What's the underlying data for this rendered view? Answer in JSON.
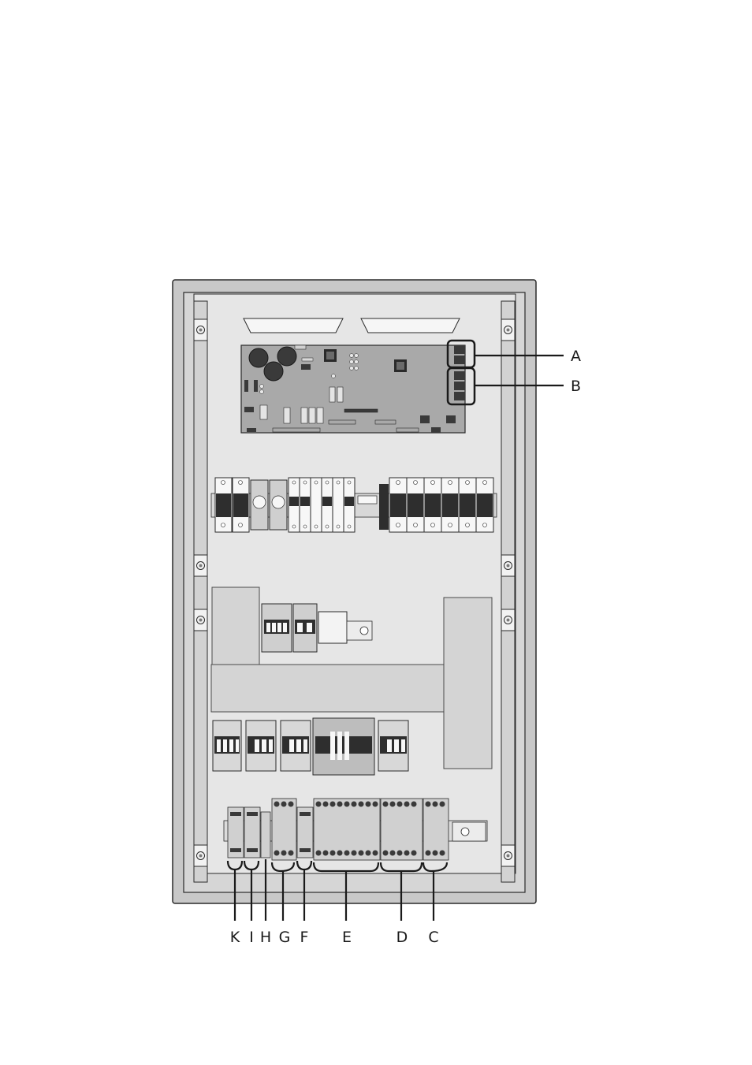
{
  "callouts_right": [
    {
      "id": "A",
      "label": "A",
      "target": "connector-group-a"
    },
    {
      "id": "B",
      "label": "B",
      "target": "connector-group-b"
    }
  ],
  "callouts_bottom": [
    {
      "id": "K",
      "label": "K",
      "target": "terminal-group-k"
    },
    {
      "id": "I",
      "label": "I",
      "target": "terminal-group-i"
    },
    {
      "id": "H",
      "label": "H",
      "target": "terminal-group-h"
    },
    {
      "id": "G",
      "label": "G",
      "target": "terminal-group-g"
    },
    {
      "id": "F",
      "label": "F",
      "target": "terminal-group-f"
    },
    {
      "id": "E",
      "label": "E",
      "target": "terminal-group-e"
    },
    {
      "id": "D",
      "label": "D",
      "target": "terminal-group-d"
    },
    {
      "id": "C",
      "label": "C",
      "target": "terminal-group-c"
    }
  ],
  "colors": {
    "cabinet_frame": "#c8c8c8",
    "backplate": "#e6e6e6",
    "rail": "#d2d2d2",
    "board": "#a9a9a9",
    "component_dark": "#3a3a3a",
    "cover": "#d4d4d4",
    "outline": "#2a2a2a"
  }
}
